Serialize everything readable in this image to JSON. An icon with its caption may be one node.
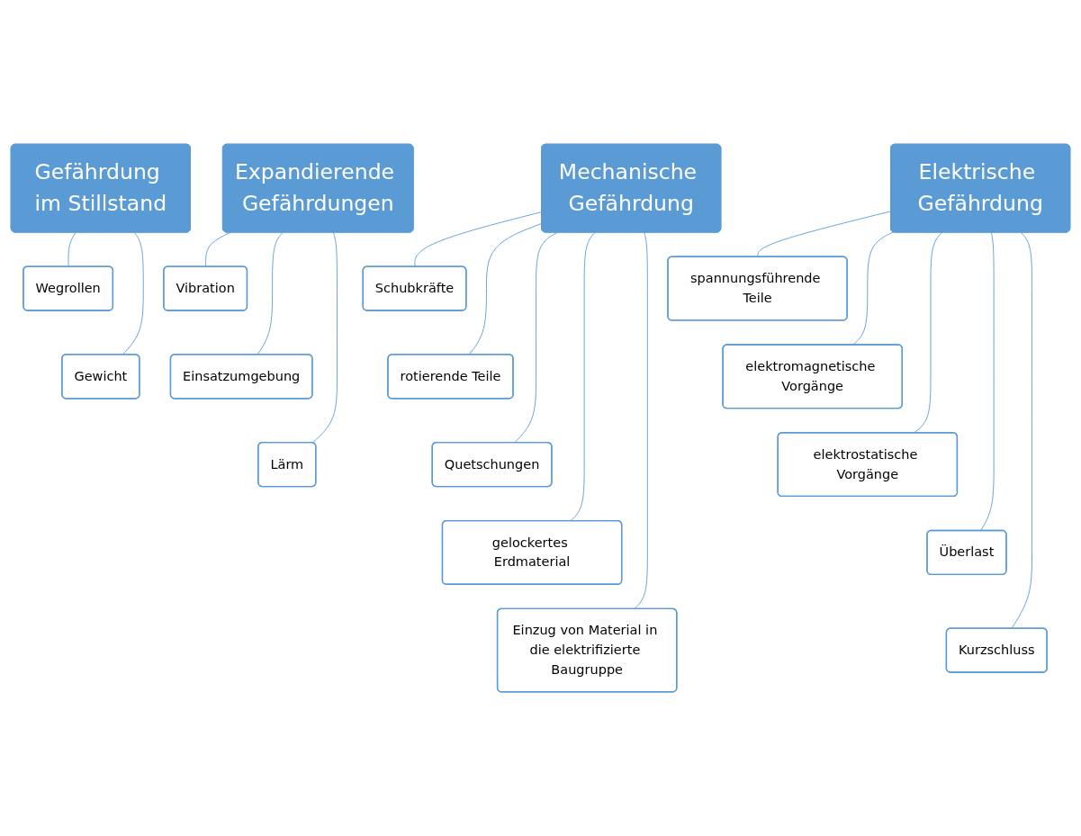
{
  "diagram": {
    "nodes": [
      {
        "text": [
          "Mechanische Gefährdung"
        ]
      },
      {
        "text": [
          "Schubkräfte"
        ]
      },
      {
        "text": [
          "rotierende Teile"
        ]
      },
      {
        "text": [
          "Quetschungen"
        ]
      },
      {
        "text": [
          "gelockertes Erdmaterial"
        ]
      },
      {
        "text": [
          "Einzug von Material in die elektrifizierte Baugruppe"
        ]
      },
      {
        "text": [
          "Elektrische Gefährdung"
        ]
      },
      {
        "text": [
          "spannungsführende Teile"
        ]
      },
      {
        "text": [
          "elektromagnetische Vorgänge"
        ]
      },
      {
        "text": [
          "elektrostatische Vorgänge"
        ]
      },
      {
        "text": [
          "Überlast"
        ]
      },
      {
        "text": [
          "Kurzschluss"
        ]
      },
      {
        "text": [
          "Expandierende Gefährdungen"
        ]
      },
      {
        "text": [
          "Vibration"
        ]
      },
      {
        "text": [
          "Einsatzumgebung"
        ]
      },
      {
        "text": [
          "Lärm"
        ]
      },
      {
        "text": [
          "Gefährdung im Stillstand"
        ]
      },
      {
        "text": [
          "Wegrollen"
        ]
      },
      {
        "text": [
          "Gewicht"
        ]
      }
    ],
    "edges": [
      {
        "from": 0,
        "to": 1,
        "arrow": "none"
      },
      {
        "from": 0,
        "to": 2,
        "arrow": "none"
      },
      {
        "from": 0,
        "to": 3,
        "arrow": "none"
      },
      {
        "from": 0,
        "to": 4,
        "arrow": "none"
      },
      {
        "from": 0,
        "to": 5,
        "arrow": "none"
      },
      {
        "from": 6,
        "to": 7,
        "arrow": "none"
      },
      {
        "from": 6,
        "to": 8,
        "arrow": "none"
      },
      {
        "from": 6,
        "to": 9,
        "arrow": "none"
      },
      {
        "from": 6,
        "to": 10,
        "arrow": "none"
      },
      {
        "from": 6,
        "to": 11,
        "arrow": "none"
      },
      {
        "from": 12,
        "to": 13,
        "arrow": "none"
      },
      {
        "from": 12,
        "to": 14,
        "arrow": "none"
      },
      {
        "from": 12,
        "to": 15,
        "arrow": "none"
      },
      {
        "from": 16,
        "to": 17,
        "arrow": "none"
      },
      {
        "from": 16,
        "to": 18,
        "arrow": "none"
      }
    ]
  }
}
